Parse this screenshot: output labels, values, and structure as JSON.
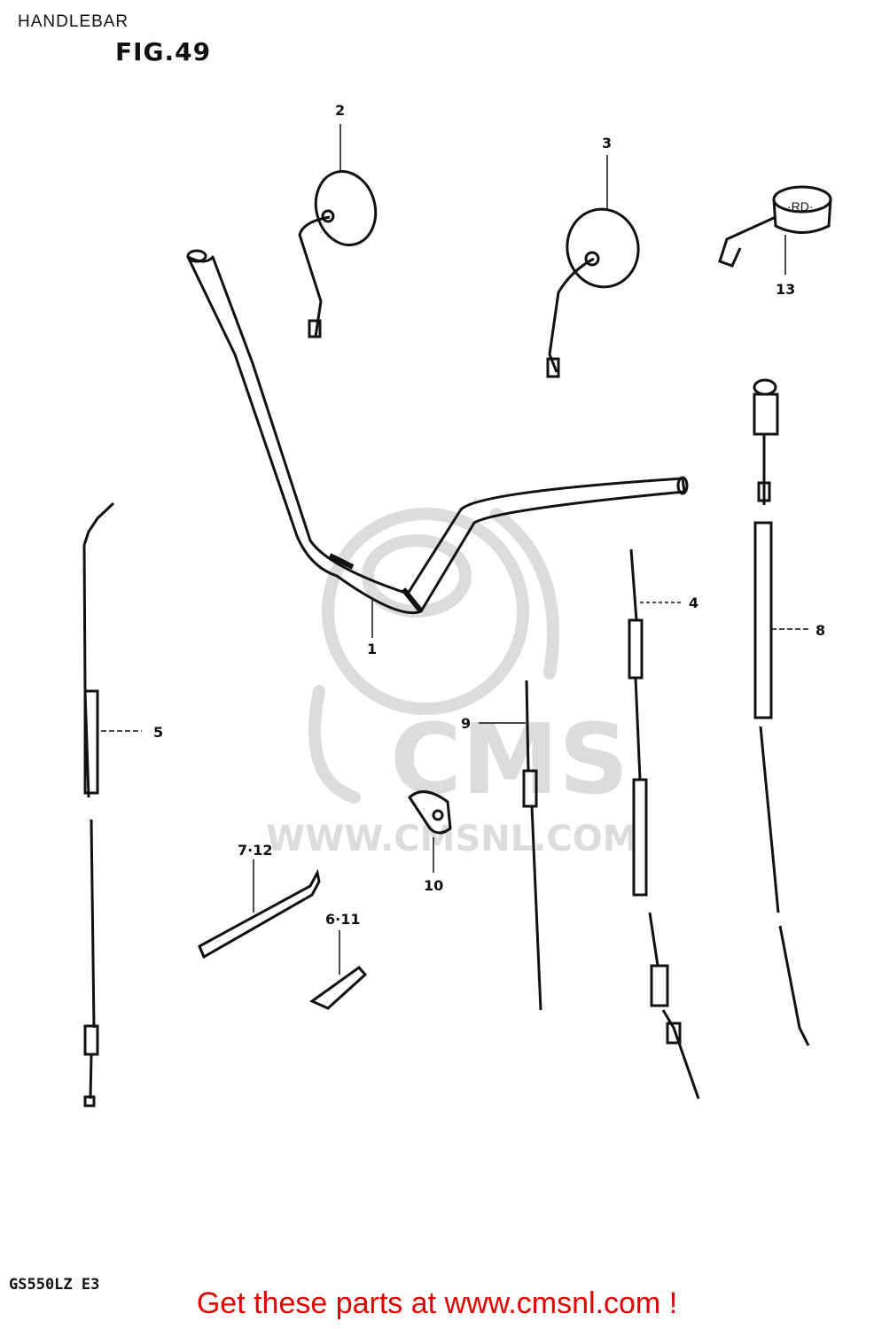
{
  "header": {
    "title": "HANDLEBAR",
    "figure": "FIG.49"
  },
  "watermark": {
    "logo_text": "CMS",
    "url_text": "WWW.CMSNL.COM",
    "color": "#d9d9d9"
  },
  "callouts": {
    "c1": "1",
    "c2": "2",
    "c3": "3",
    "c4": "4",
    "c5": "5",
    "c6_11": "6·11",
    "c7_12": "7·12",
    "c8": "8",
    "c9": "9",
    "c10": "10",
    "c13": "13"
  },
  "footer": {
    "model": "GS550LZ E3",
    "cta": "Get these parts at www.cmsnl.com !",
    "cta_color": "#e00000"
  }
}
